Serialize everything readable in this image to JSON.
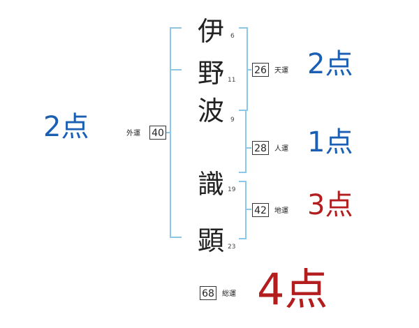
{
  "name_chars": [
    {
      "char": "伊",
      "strokes": "6"
    },
    {
      "char": "野",
      "strokes": "11"
    },
    {
      "char": "波",
      "strokes": "9"
    },
    {
      "char": "識",
      "strokes": "19"
    },
    {
      "char": "顕",
      "strokes": "23"
    }
  ],
  "fortunes": {
    "gaikaku": {
      "label": "外運",
      "value": "40",
      "score": "2点"
    },
    "tenkaku": {
      "label": "天運",
      "value": "26",
      "score": "2点"
    },
    "jinkaku": {
      "label": "人運",
      "value": "28",
      "score": "1点"
    },
    "chikaku": {
      "label": "地運",
      "value": "42",
      "score": "3点"
    },
    "soukaku": {
      "label": "総運",
      "value": "68",
      "score": "4点"
    }
  },
  "colors": {
    "bracket": "#8cc7e8",
    "score_blue": "#1a5fb4",
    "score_red": "#b31d1d"
  }
}
